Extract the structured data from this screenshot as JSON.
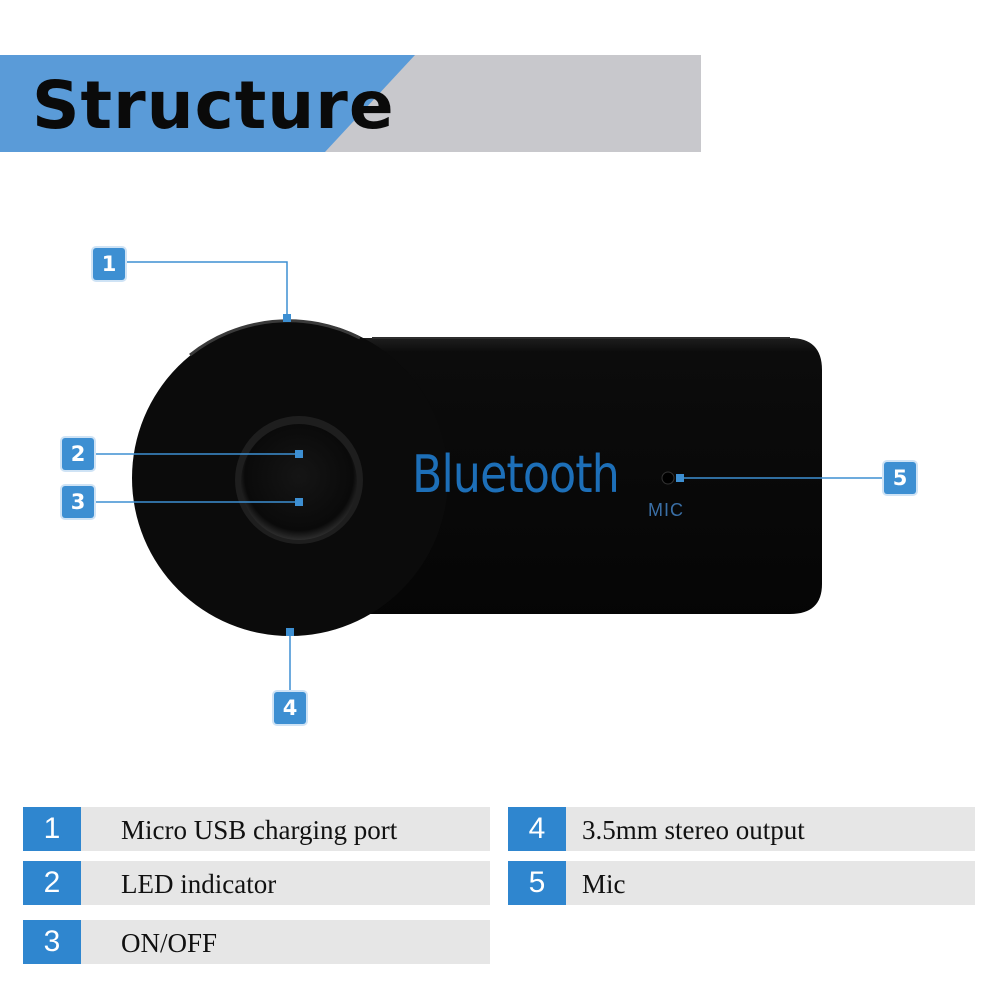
{
  "header": {
    "title": "Structure"
  },
  "device": {
    "brand_text": "Bluetooth",
    "mic_text": "MIC"
  },
  "callouts": [
    "1",
    "2",
    "3",
    "4",
    "5"
  ],
  "legend": {
    "items": [
      {
        "number": "1",
        "label": "Micro USB charging port"
      },
      {
        "number": "2",
        "label": "LED indicator"
      },
      {
        "number": "3",
        "label": "ON/OFF"
      },
      {
        "number": "4",
        "label": "3.5mm stereo output"
      },
      {
        "number": "5",
        "label": "Mic"
      }
    ]
  },
  "colors": {
    "banner_blue": "#5a9bd8",
    "banner_gray": "#c8c8cc",
    "badge_blue": "#3d8fd2",
    "legend_blue": "#2f86cf",
    "brand_text": "#1d6fb8"
  }
}
